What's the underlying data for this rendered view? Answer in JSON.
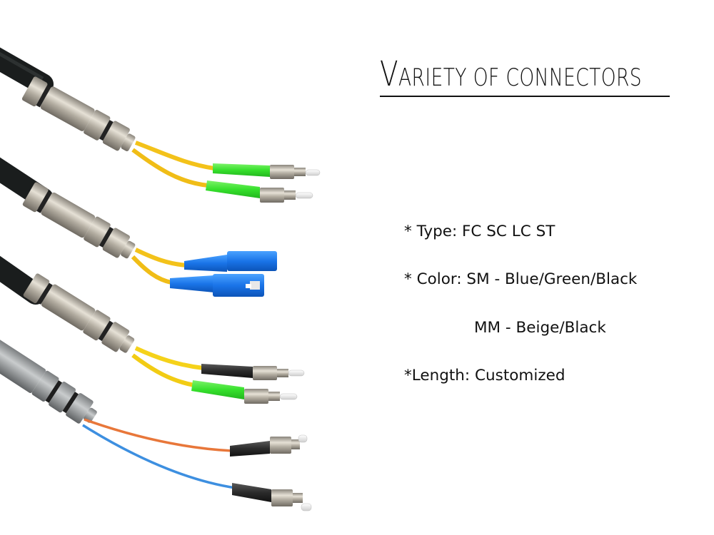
{
  "title": {
    "first_letter": "V",
    "rest": "ARIETY OF CONNECTORS",
    "full_text": "Variety of connectors"
  },
  "specs": [
    {
      "label": "* Type: FC SC LC ST"
    },
    {
      "label": "* Color: SM - Blue/Green/Black"
    },
    {
      "label": "MM - Beige/Black"
    },
    {
      "label": "*Length: Customized"
    }
  ],
  "colors": {
    "background": "#ffffff",
    "text": "#111111",
    "cable_black": "#1c1f1f",
    "yellow_fiber": "#f3c21a",
    "green_boot": "#3fe23a",
    "blue_sc": "#1f78e6",
    "orange_fiber": "#e8773a",
    "blue_fiber": "#3d8fe0",
    "metal": "#b8b2a6"
  },
  "assemblies": [
    {
      "name": "fc-green-pair",
      "connectors": [
        "FC APC green",
        "FC APC green"
      ]
    },
    {
      "name": "sc-blue-pair",
      "connectors": [
        "SC blue",
        "SC blue"
      ]
    },
    {
      "name": "fc-black-green-pair",
      "connectors": [
        "FC black",
        "FC green"
      ]
    },
    {
      "name": "fc-mm-black-pair",
      "connectors": [
        "FC black (orange fiber)",
        "FC black (blue fiber)"
      ]
    }
  ]
}
